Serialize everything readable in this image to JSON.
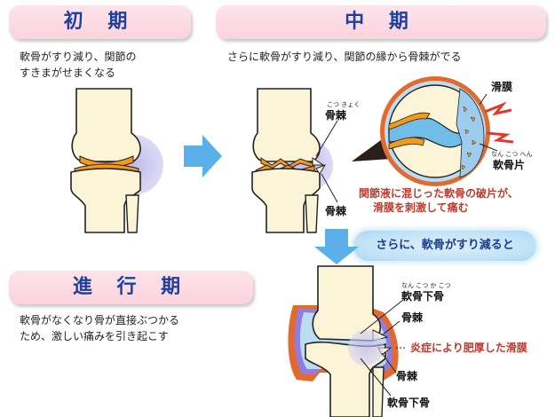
{
  "stages": [
    {
      "title": "初 期",
      "description": "軟骨がすり減り、関節の\nすきまがせまくなる"
    },
    {
      "title": "中 期",
      "description": "さらに軟骨がすり減り、関節の縁から骨棘がでる"
    },
    {
      "title": "進 行 期",
      "description": "軟骨がなくなり骨が直接ぶつかる\nため、激しい痛みを引き起こす"
    }
  ],
  "middle_labels": {
    "osteophyte_ruby": "こつ きょく",
    "osteophyte_upper": "骨棘",
    "osteophyte_lower": "骨棘",
    "synovium": "滑膜",
    "fragment_ruby": "なん こつ へん",
    "fragment": "軟骨片",
    "caption_line1": "関節液に混じった軟骨の破片が、",
    "caption_line2": "滑膜を刺激して痛む"
  },
  "transition_text": "さらに、軟骨がすり減ると",
  "advanced_labels": {
    "subchondral_ruby": "なん こつ か こつ",
    "subchondral_upper": "軟骨下骨",
    "osteophyte_upper": "骨棘",
    "thickened_synovium": "炎症により肥厚した滑膜",
    "osteophyte_lower": "骨棘",
    "subchondral_lower": "軟骨下骨"
  },
  "colors": {
    "banner": "#fbd3dc",
    "title": "#1e3f9e",
    "bone_fill": "#fbf4d6",
    "bone_outline": "#222222",
    "cartilage": "#f39a1c",
    "inflammation": "#c9c6f0",
    "synovium": "#e36a2e",
    "arrow": "#5bb0ea",
    "caption_red": "#c0392b"
  }
}
